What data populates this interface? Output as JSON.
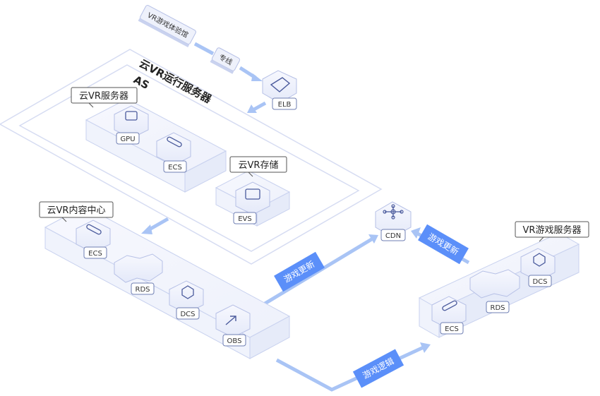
{
  "labels": {
    "vr_hall": "VR游戏体验馆",
    "dedicated_line": "专线",
    "elb": "ELB",
    "cloud_vr_runtime": "云VR运行服务器",
    "as": "AS",
    "cloud_vr_server": "云VR服务器",
    "gpu": "GPU",
    "ecs_top": "ECS",
    "cloud_vr_storage": "云VR存储",
    "evs": "EVS",
    "content_center": "云VR内容中心",
    "ecs_content": "ECS",
    "rds_content": "RDS",
    "dcs_content": "DCS",
    "obs": "OBS",
    "cdn": "CDN",
    "game_update_left": "游戏更新",
    "game_update_right": "游戏更新",
    "game_logic": "游戏逻辑",
    "vr_game_server": "VR游戏服务器",
    "ecs_game": "ECS",
    "rds_game": "RDS",
    "dcs_game": "DCS"
  },
  "colors": {
    "accent": "#5b8ff9",
    "arrow": "#a9c4f5",
    "node_top": "#f3f5fd",
    "node_side": "#dde3f7",
    "stroke": "#b6c0e6",
    "icon": "#4a5a9c"
  }
}
